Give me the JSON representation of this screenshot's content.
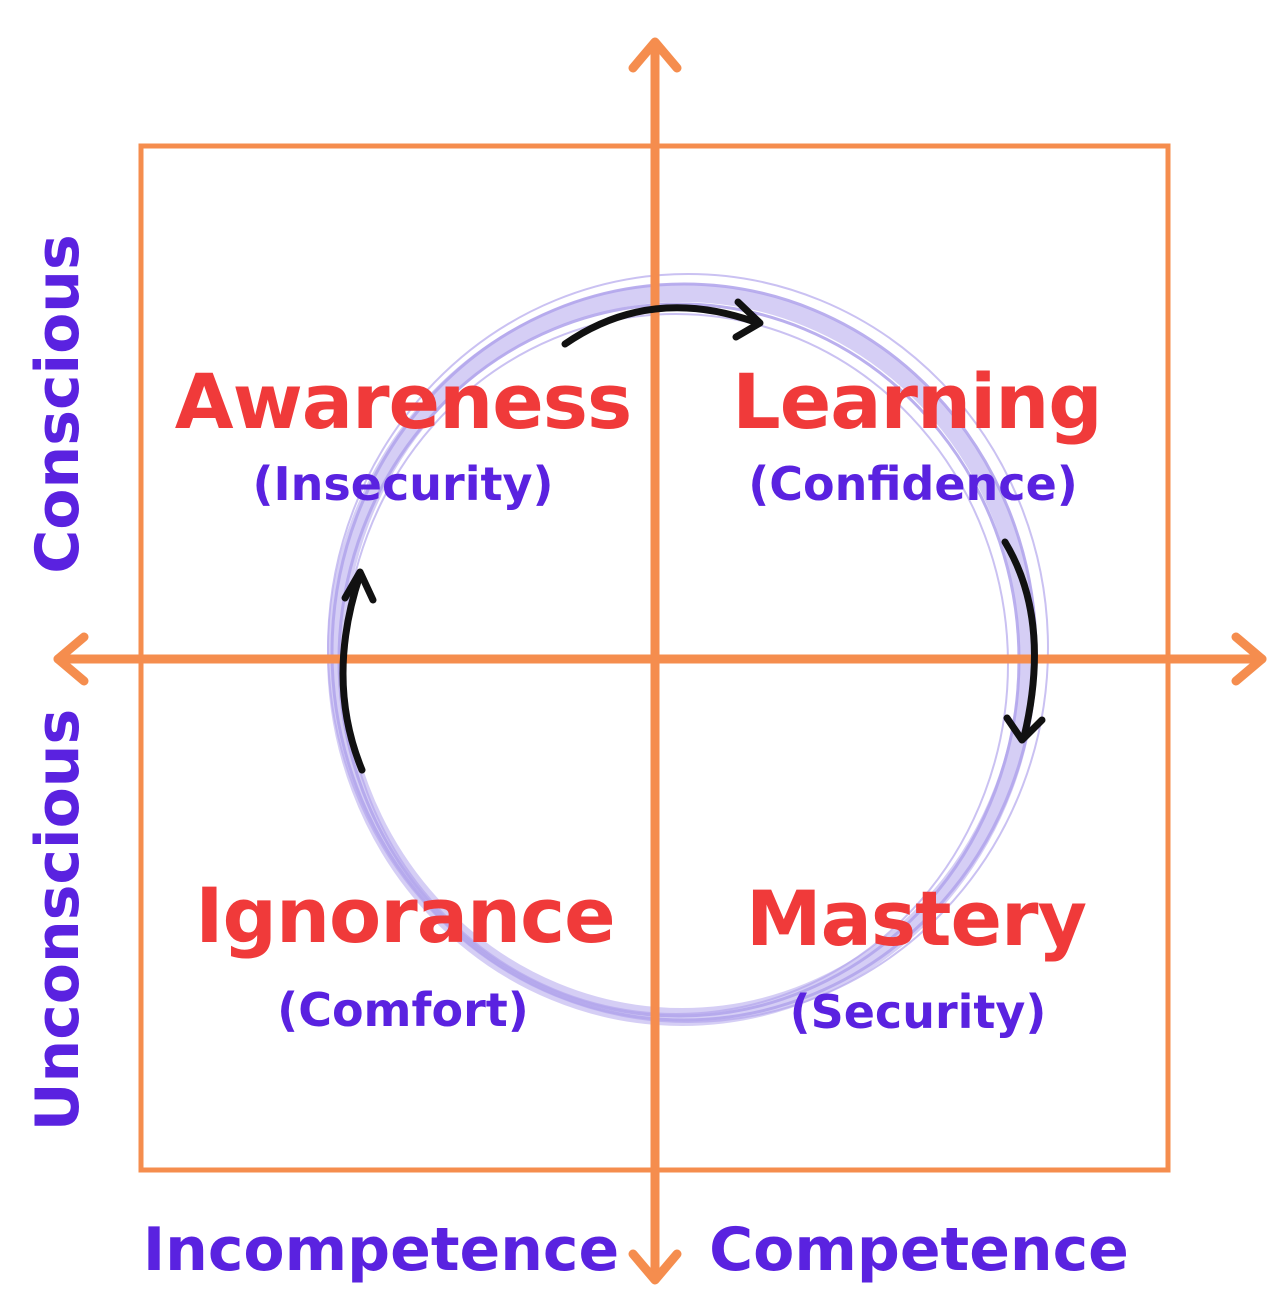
{
  "colors": {
    "axis": "#f58d4e",
    "title": "#f03a3a",
    "subtitle": "#5a22e0",
    "axis_label": "#5a22e0",
    "cycle_ring": "#b3a6ec",
    "cycle_arrow": "#111111"
  },
  "quadrants": {
    "top_left": {
      "title": "Awareness",
      "subtitle": "(Insecurity)"
    },
    "top_right": {
      "title": "Learning",
      "subtitle": "(Confidence)"
    },
    "bottom_left": {
      "title": "Ignorance",
      "subtitle": "(Comfort)"
    },
    "bottom_right": {
      "title": "Mastery",
      "subtitle": "(Security)"
    }
  },
  "axes": {
    "left_upper": "Conscious",
    "left_lower": "Unconscious",
    "bottom_left": "Incompetence",
    "bottom_right": "Competence"
  }
}
